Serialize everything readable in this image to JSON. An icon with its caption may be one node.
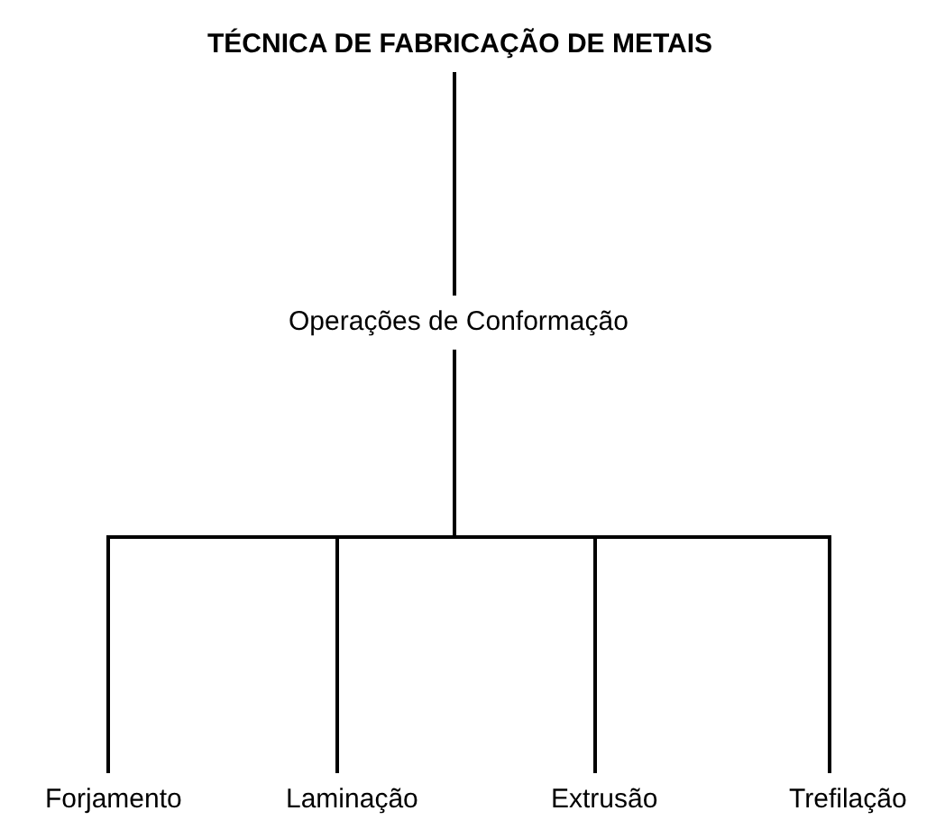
{
  "diagram": {
    "nodes": [
      {
        "text": [
          "TÉCNICA DE FABRICAÇÃO DE METAIS"
        ]
      },
      {
        "text": [
          "Operações de Conformação"
        ]
      },
      {
        "text": [
          "Forjamento"
        ]
      },
      {
        "text": [
          "Laminação"
        ]
      },
      {
        "text": [
          "Extrusão"
        ]
      },
      {
        "text": [
          "Trefilação"
        ]
      }
    ],
    "edges": [
      {
        "from": 0,
        "to": 1,
        "arrow": "none"
      },
      {
        "from": 1,
        "to": 2,
        "arrow": "none"
      },
      {
        "from": 1,
        "to": 3,
        "arrow": "none"
      },
      {
        "from": 1,
        "to": 4,
        "arrow": "none"
      },
      {
        "from": 1,
        "to": 5,
        "arrow": "none"
      }
    ]
  }
}
